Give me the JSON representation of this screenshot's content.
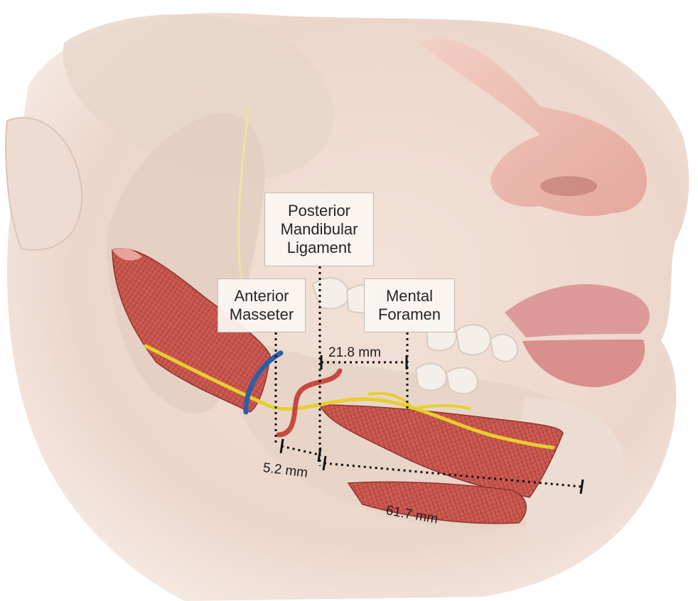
{
  "labels": {
    "posterior_mandibular_ligament": [
      "Posterior",
      "Mandibular",
      "Ligament"
    ],
    "anterior_masseter": [
      "Anterior",
      "Masseter"
    ],
    "mental_foramen": [
      "Mental",
      "Foramen"
    ]
  },
  "measurements": {
    "ligament_to_foramen": "21.8 mm",
    "masseter_to_ligament": "5.2 mm",
    "masseter_to_chin": "61.7 mm"
  },
  "colors": {
    "skin": "#f1ded3",
    "bone": "#e4d2c4",
    "muscle": "#c6544c",
    "nerve": "#e6cf2e",
    "artery": "#c54a40",
    "vein": "#2f5ea8",
    "lips": "#dc9b98",
    "callout_border": "#c9b8ac"
  }
}
